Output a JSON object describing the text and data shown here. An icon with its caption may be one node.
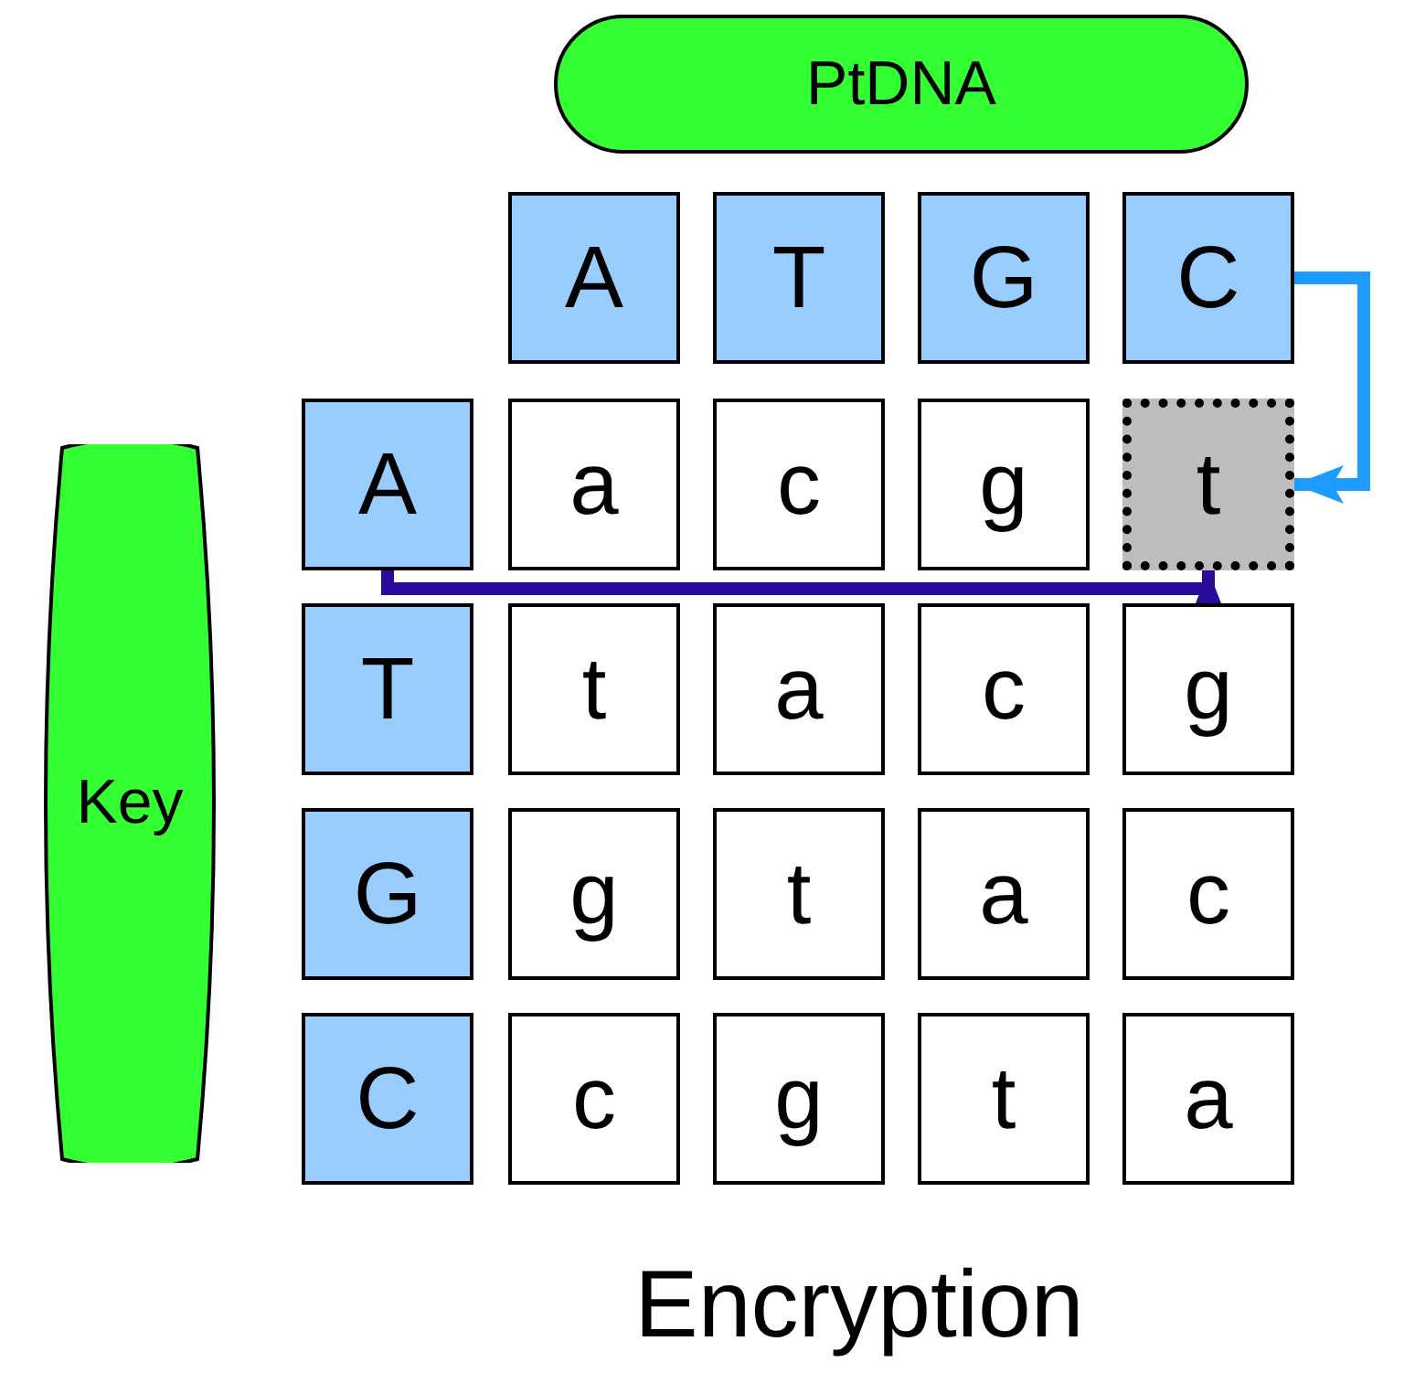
{
  "diagram": {
    "caption": "Encryption",
    "nodes": [
      {
        "text": [
          "PtDNA"
        ]
      },
      {
        "text": [
          "A"
        ]
      },
      {
        "text": [
          "T"
        ]
      },
      {
        "text": [
          "G"
        ]
      },
      {
        "text": [
          "C"
        ]
      },
      {
        "text": [
          "Key"
        ]
      },
      {
        "text": [
          "A"
        ]
      },
      {
        "text": [
          "a"
        ]
      },
      {
        "text": [
          "c"
        ]
      },
      {
        "text": [
          "g"
        ]
      },
      {
        "text": [
          "t"
        ]
      },
      {
        "text": [
          "T"
        ]
      },
      {
        "text": [
          "t"
        ]
      },
      {
        "text": [
          "a"
        ]
      },
      {
        "text": [
          "c"
        ]
      },
      {
        "text": [
          "g"
        ]
      },
      {
        "text": [
          "G"
        ]
      },
      {
        "text": [
          "g"
        ]
      },
      {
        "text": [
          "t"
        ]
      },
      {
        "text": [
          "a"
        ]
      },
      {
        "text": [
          "c"
        ]
      },
      {
        "text": [
          "C"
        ]
      },
      {
        "text": [
          "c"
        ]
      },
      {
        "text": [
          "g"
        ]
      },
      {
        "text": [
          "t"
        ]
      },
      {
        "text": [
          "a"
        ]
      }
    ],
    "edges": [
      {
        "from": 4,
        "to": 10,
        "arrow": "to",
        "color": "#1e9bff"
      },
      {
        "from": 6,
        "to": 10,
        "arrow": "to",
        "color": "#2a0a9a"
      }
    ]
  }
}
